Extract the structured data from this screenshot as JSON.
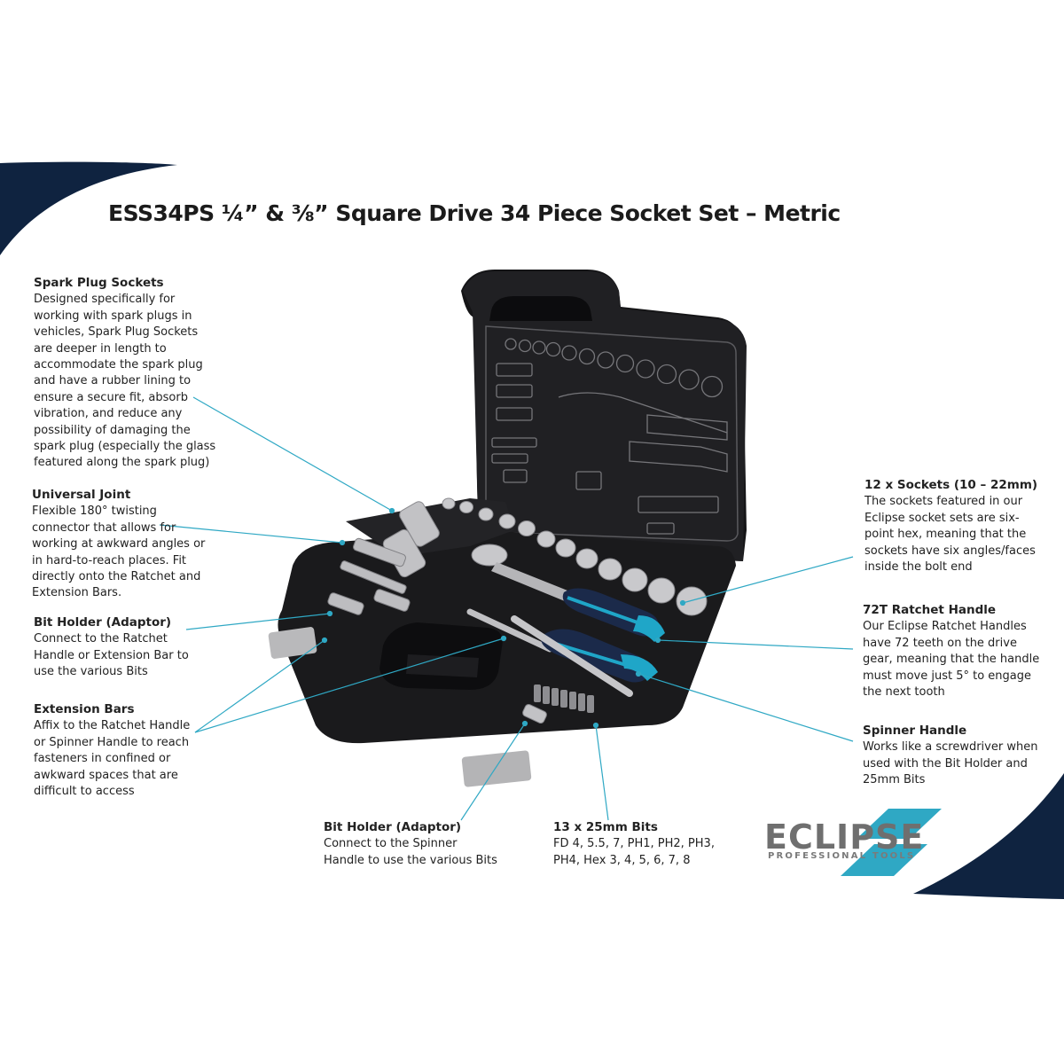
{
  "title": "ESS34PS ¼” & ⅜” Square Drive 34 Piece Socket Set – Metric",
  "callouts": {
    "spark_plug": {
      "heading": "Spark Plug Sockets",
      "body": "Designed specifically for\nworking with spark plugs in\nvehicles, Spark Plug Sockets\nare deeper in length to\naccommodate the spark plug\nand have a rubber lining to\nensure a secure fit, absorb\nvibration, and reduce any\npossibility of damaging the\nspark plug (especially the glass\nfeatured along the spark plug)"
    },
    "universal_joint": {
      "heading": "Universal Joint",
      "body": "Flexible 180° twisting\nconnector that allows for\nworking at awkward angles or\nin hard-to-reach places. Fit\ndirectly onto the Ratchet and\nExtension Bars."
    },
    "bit_holder_left": {
      "heading": "Bit Holder (Adaptor)",
      "body": "Connect to the Ratchet\nHandle or Extension Bar to\nuse the various Bits"
    },
    "extension_bars": {
      "heading": "Extension Bars",
      "body": "Affix to the Ratchet Handle\nor Spinner Handle to reach\nfasteners in confined or\nawkward spaces that are\ndifficult to access"
    },
    "bit_holder_bottom": {
      "heading": "Bit Holder (Adaptor)",
      "body": "Connect to the Spinner\nHandle to use the various Bits"
    },
    "bits": {
      "heading": "13 x 25mm Bits",
      "body": "FD 4, 5.5, 7, PH1, PH2, PH3,\nPH4, Hex 3, 4, 5, 6, 7, 8"
    },
    "sockets": {
      "heading": "12 x Sockets (10 – 22mm)",
      "body": "The sockets featured in our\nEclipse socket sets are six-\npoint hex, meaning that the\nsockets have six angles/faces\ninside the bolt end"
    },
    "ratchet": {
      "heading": "72T Ratchet Handle",
      "body": "Our Eclipse Ratchet Handles\nhave 72 teeth on the drive\ngear, meaning that the handle\nmust move just 5° to engage\nthe next tooth"
    },
    "spinner": {
      "heading": "Spinner Handle",
      "body": "Works like a screwdriver when\nused with the Bit Holder and\n25mm Bits"
    }
  },
  "logo": {
    "name": "ECLIPSE",
    "tagline": "PROFESSIONAL TOOLS"
  },
  "colors": {
    "navy": "#0f2340",
    "teal": "#1fa6c8",
    "leader": "#2fa8c4",
    "case": "#1c1c1e",
    "logo_grey": "#6f6f6f"
  }
}
